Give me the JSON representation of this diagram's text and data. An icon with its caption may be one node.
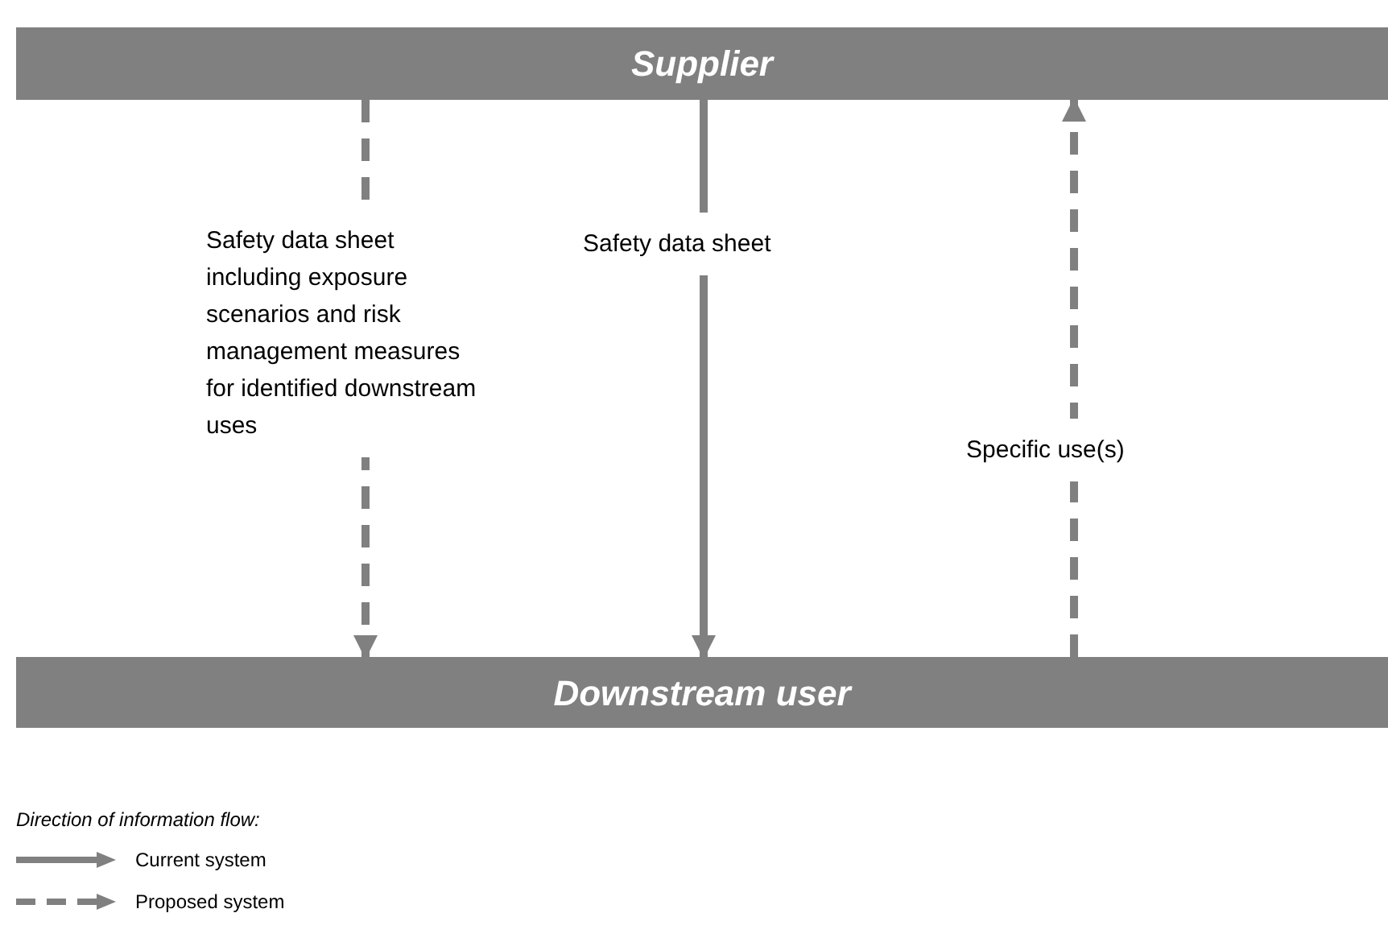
{
  "diagram": {
    "nodes": [
      {
        "text": [
          "Supplier"
        ]
      },
      {
        "text": [
          "Downstream user"
        ]
      }
    ],
    "edges": [
      {
        "from": 0,
        "to": 1,
        "arrow": "to",
        "style": "dashed",
        "label": "Safety data sheet including exposure scenarios and risk management measures for identified downstream uses"
      },
      {
        "from": 0,
        "to": 1,
        "arrow": "to",
        "label": "Safety data sheet"
      },
      {
        "from": 1,
        "to": 0,
        "arrow": "to",
        "style": "dashed",
        "label": "Specific use(s)"
      }
    ],
    "labels": [
      "Direction of information flow:"
    ],
    "legend": [
      {
        "text": "Current system"
      },
      {
        "text": "Proposed system"
      }
    ]
  }
}
